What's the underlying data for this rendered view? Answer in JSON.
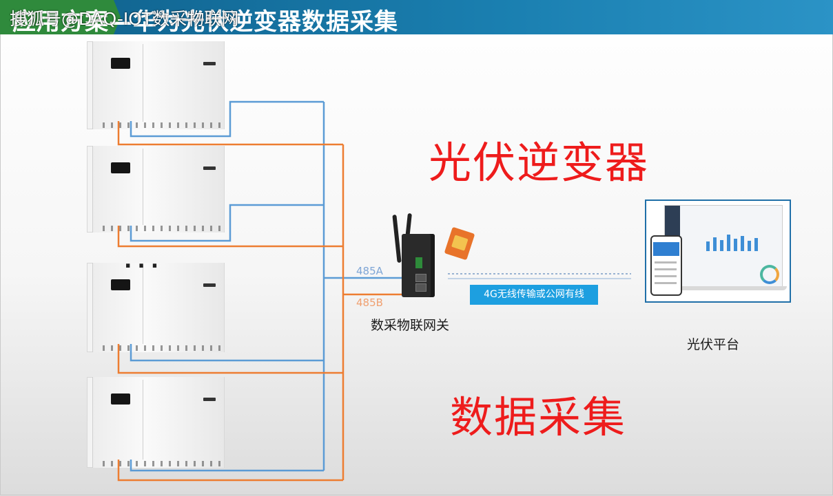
{
  "banner": {
    "title": "应用方案—华为光伏逆变器数据采集",
    "watermark": "搜狐号@DAQ-IOT数采物联网"
  },
  "labels": {
    "inverter_title": "光伏逆变器",
    "data_collection": "数据采集",
    "gateway": "数采物联网关",
    "platform": "光伏平台",
    "link": "4G无线传输或公网有线",
    "bus_a": "485A",
    "bus_b": "485B",
    "ellipsis": "..."
  },
  "colors": {
    "wire_a": "#5b9bd5",
    "wire_b": "#ed7d31",
    "banner": "#1a7fb0",
    "accent_red": "#ee1c1c",
    "badge": "#1d9fe0"
  },
  "icons": {
    "gateway": "industrial-4g-router-icon",
    "sim": "sim-card-icon",
    "platform": "laptop-and-phone-dashboard-icon"
  }
}
